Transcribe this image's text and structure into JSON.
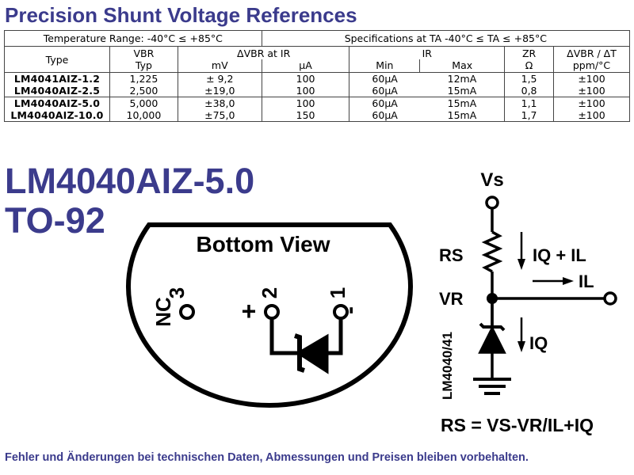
{
  "header": {
    "title": "Precision Shunt Voltage References"
  },
  "table": {
    "temp_range": "Temperature Range: -40°C ≤ +85°C",
    "spec_note": "Specifications at TA -40°C ≤ TA ≤ +85°C",
    "h_type": "Type",
    "h_vbr": "VBR",
    "h_vbr_sub": "Typ",
    "h_dvbr": "ΔVBR at IR",
    "h_dvbr_mv": "mV",
    "h_dvbr_ua": "µA",
    "h_ir": "IR",
    "h_ir_min": "Min",
    "h_ir_max": "Max",
    "h_zr": "ZR",
    "h_zr_unit": "Ω",
    "h_tc": "ΔVBR / ΔT",
    "h_tc_unit": "ppm/°C",
    "rows": [
      {
        "type": "LM4041AIZ-1.2",
        "vbr": "1,225",
        "mv": "± 9,2",
        "ua": "100",
        "min": "60µA",
        "max": "12mA",
        "zr": "1,5",
        "tc": "±100"
      },
      {
        "type": "LM4040AIZ-2.5",
        "vbr": "2,500",
        "mv": "±19,0",
        "ua": "100",
        "min": "60µA",
        "max": "15mA",
        "zr": "0,8",
        "tc": "±100"
      },
      {
        "type": "LM4040AIZ-5.0",
        "vbr": "5,000",
        "mv": "±38,0",
        "ua": "100",
        "min": "60µA",
        "max": "15mA",
        "zr": "1,1",
        "tc": "±100"
      },
      {
        "type": "LM4040AIZ-10.0",
        "vbr": "10,000",
        "mv": "±75,0",
        "ua": "150",
        "min": "60µA",
        "max": "15mA",
        "zr": "1,7",
        "tc": "±100"
      }
    ]
  },
  "part": {
    "name": "LM4040AIZ-5.0",
    "package": "TO-92"
  },
  "package_view": {
    "label": "Bottom View",
    "pin3_label": "3",
    "nc_label": "NC",
    "pin2_label": "2",
    "pin1_label": "1",
    "plus_sign": "+",
    "minus_sign": "-"
  },
  "circuit": {
    "vs": "Vs",
    "rs": "RS",
    "vr": "VR",
    "iq_il": "IQ + IL",
    "il": "IL",
    "iq": "IQ",
    "device": "LM4040/41",
    "formula": "RS = VS-VR/IL+IQ"
  },
  "footer": {
    "text": "Fehler und Änderungen bei technischen Daten, Abmessungen und Preisen bleiben vorbehalten."
  }
}
